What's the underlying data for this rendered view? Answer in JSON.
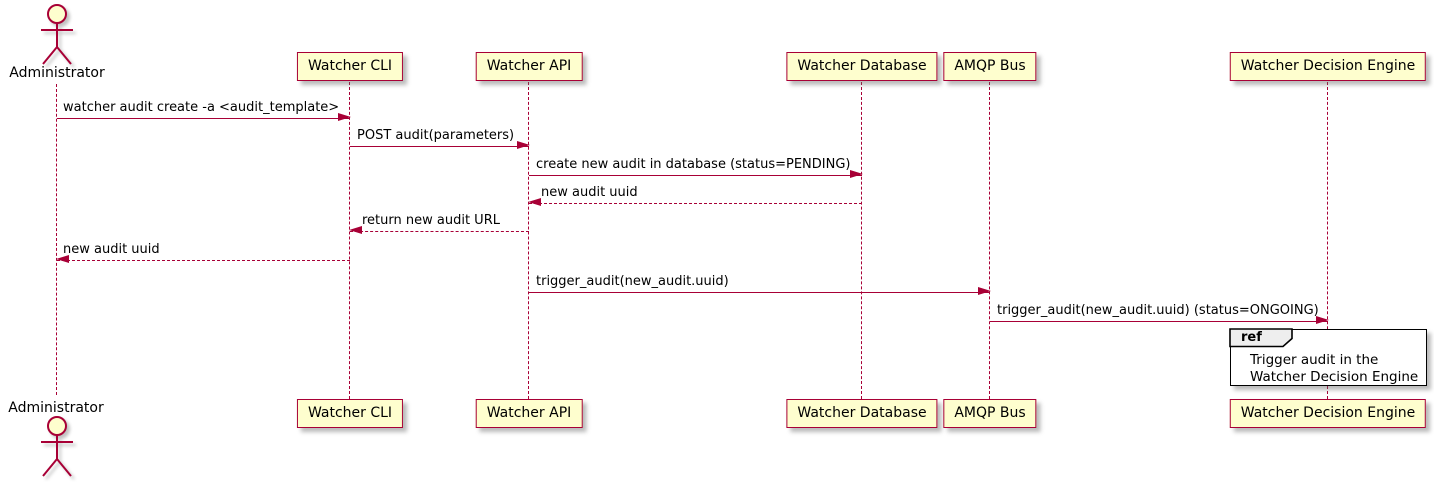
{
  "diagram_type": "sequence-diagram",
  "participants": [
    {
      "label": "Administrator",
      "type": "actor"
    },
    {
      "label": "Watcher CLI",
      "type": "participant"
    },
    {
      "label": "Watcher API",
      "type": "participant"
    },
    {
      "label": "Watcher Database",
      "type": "participant"
    },
    {
      "label": "AMQP Bus",
      "type": "participant"
    },
    {
      "label": "Watcher Decision Engine",
      "type": "participant"
    }
  ],
  "messages": [
    {
      "from": "Administrator",
      "to": "Watcher CLI",
      "text": "watcher audit create -a <audit_template>",
      "line": "solid",
      "direction": "right"
    },
    {
      "from": "Watcher CLI",
      "to": "Watcher API",
      "text": "POST audit(parameters)",
      "line": "solid",
      "direction": "right"
    },
    {
      "from": "Watcher API",
      "to": "Watcher Database",
      "text": "create new audit in database (status=PENDING)",
      "line": "solid",
      "direction": "right"
    },
    {
      "from": "Watcher Database",
      "to": "Watcher API",
      "text": "new audit uuid",
      "line": "dashed",
      "direction": "left"
    },
    {
      "from": "Watcher API",
      "to": "Watcher CLI",
      "text": "return new audit URL",
      "line": "dashed",
      "direction": "left"
    },
    {
      "from": "Watcher CLI",
      "to": "Administrator",
      "text": "new audit uuid",
      "line": "dashed",
      "direction": "left"
    },
    {
      "from": "Watcher API",
      "to": "AMQP Bus",
      "text": "trigger_audit(new_audit.uuid)",
      "line": "solid",
      "direction": "right"
    },
    {
      "from": "AMQP Bus",
      "to": "Watcher Decision Engine",
      "text": "trigger_audit(new_audit.uuid) (status=ONGOING)",
      "line": "solid",
      "direction": "right"
    }
  ],
  "ref_fragment": {
    "keyword": "ref",
    "line1": "Trigger audit in the",
    "line2": "Watcher Decision Engine"
  },
  "colors": {
    "background": "#ffffff",
    "participant_fill": "#fefece",
    "participant_border": "#a80036",
    "arrow": "#a80036",
    "lifeline": "#a80036",
    "text": "#000000",
    "ref_border": "#000000",
    "ref_header_fill": "#eeeeee"
  }
}
